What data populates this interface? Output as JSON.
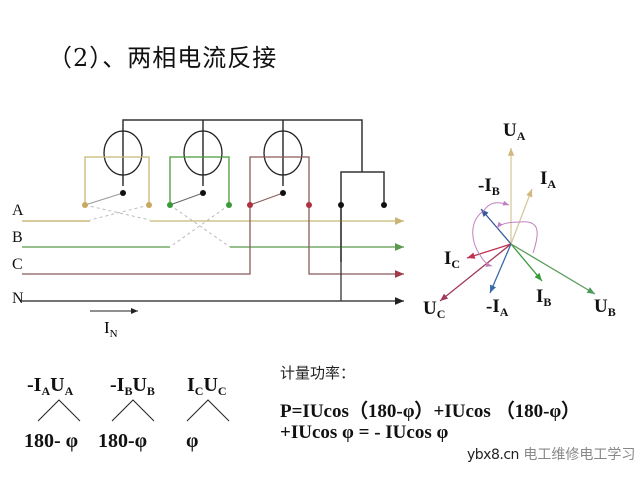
{
  "title": "（2）、两相电流反接",
  "circuit": {
    "lines": [
      {
        "label": "A",
        "color": "#c8b678"
      },
      {
        "label": "B",
        "color": "#5a9a4a"
      },
      {
        "label": "C",
        "color": "#8a4a52"
      },
      {
        "label": "N",
        "color": "#222222"
      }
    ],
    "current_label": "I",
    "current_sub": "N",
    "meters": 3,
    "terminal_colors": {
      "a": "#c8a860",
      "b": "#3a9a3a",
      "c": "#b03040",
      "n": "#111111"
    }
  },
  "phasor": {
    "labels": [
      {
        "id": "UA",
        "main": "U",
        "sub": "A"
      },
      {
        "id": "IA",
        "main": "I",
        "sub": "A"
      },
      {
        "id": "negIB",
        "main": "-I",
        "sub": "B"
      },
      {
        "id": "IC",
        "main": "I",
        "sub": "C"
      },
      {
        "id": "UC",
        "main": "U",
        "sub": "C"
      },
      {
        "id": "negIA",
        "main": "-I",
        "sub": "A"
      },
      {
        "id": "IB",
        "main": "I",
        "sub": "B"
      },
      {
        "id": "UB",
        "main": "U",
        "sub": "B"
      }
    ],
    "colors": {
      "UA": "#d8c8a0",
      "IA": "#d8c8a0",
      "negIB": "#3a5a9a",
      "IC": "#b03050",
      "UC": "#8a3a4a",
      "negIA": "#3a6a9a",
      "IB": "#3a8a3a",
      "UB": "#5a9a5a",
      "arc": "#c080c0"
    }
  },
  "angles": [
    {
      "pair_main1": "-I",
      "pair_sub1": "A",
      "pair_main2": "U",
      "pair_sub2": "A",
      "value": "180- φ"
    },
    {
      "pair_main1": "-I",
      "pair_sub1": "B",
      "pair_main2": "U",
      "pair_sub2": "B",
      "value": "180-φ"
    },
    {
      "pair_main1": "I",
      "pair_sub1": "C",
      "pair_main2": "U",
      "pair_sub2": "C",
      "value": "φ"
    }
  ],
  "formula": {
    "heading": "计量功率：",
    "line1": "P=IUcos（180-φ）+IUcos （180-φ）",
    "line2": "+IUcos φ  = - IUcos φ"
  },
  "watermark": {
    "brand": "ybx8.cn",
    "text": "电工维修电工学习"
  }
}
